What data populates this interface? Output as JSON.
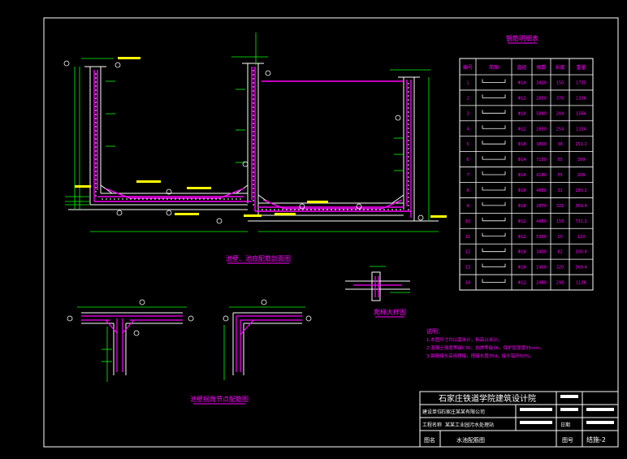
{
  "colors": {
    "background": "#000000",
    "frame": "#ffffff",
    "rebar": "#ff00ff",
    "concrete": "#ffffff",
    "dimension": "#00ff00",
    "dash": "#ffff00",
    "table_title": "#ff00ff"
  },
  "drawing_titles": {
    "main_section": "池壁、池底配筋剖面图",
    "joint_detail": "池壁拐角节点配筋图",
    "stair_detail": "爬梯大样图",
    "rebar_table": "钢筋明细表"
  },
  "rebar_table": {
    "headers": [
      "编号",
      "简图",
      "直径",
      "根数",
      "长度",
      "重量"
    ],
    "rows": [
      {
        "no": "1",
        "dia": "Φ14",
        "count": "3420",
        "len": "150",
        "weight": "1735"
      },
      {
        "no": "2",
        "dia": "Φ12",
        "count": "2850",
        "len": "376",
        "weight": "1306"
      },
      {
        "no": "3",
        "dia": "Φ14",
        "count": "5840",
        "len": "284",
        "weight": "1564"
      },
      {
        "no": "4",
        "dia": "Φ12",
        "count": "2850",
        "len": "254",
        "weight": "1324"
      },
      {
        "no": "5",
        "dia": "Φ16",
        "count": "3800",
        "len": "38",
        "weight": "151.2"
      },
      {
        "no": "6",
        "dia": "Φ14",
        "count": "7150",
        "len": "55",
        "weight": "399"
      },
      {
        "no": "7",
        "dia": "Φ14",
        "count": "4180",
        "len": "55",
        "weight": "209"
      },
      {
        "no": "8",
        "dia": "Φ16",
        "count": "4850",
        "len": "32",
        "weight": "180.2"
      },
      {
        "no": "9",
        "dia": "Φ16",
        "count": "2870",
        "len": "321",
        "weight": "369.4"
      },
      {
        "no": "10",
        "dia": "Φ12",
        "count": "4950",
        "len": "155",
        "weight": "731.2"
      },
      {
        "no": "11",
        "dia": "Φ12",
        "count": "5300",
        "len": "10",
        "weight": "120"
      },
      {
        "no": "12",
        "dia": "Φ16",
        "count": "3400",
        "len": "82",
        "weight": "300.4"
      },
      {
        "no": "13",
        "dia": "Φ16",
        "count": "1400",
        "len": "320",
        "weight": "369.4"
      },
      {
        "no": "14",
        "dia": "Φ12",
        "count": "2480",
        "len": "298",
        "weight": "1136"
      }
    ]
  },
  "notes": {
    "heading": "说明：",
    "lines": [
      "1.本图尺寸均以毫米计，标高以米计。",
      "2.混凝土强度等级C30，抗渗等级S6，保护层厚度35mm。",
      "3.钢筋接头采用搭接，搭接长度35d，接头错开50%。"
    ]
  },
  "title_block": {
    "institute": "石家庄铁道学院建筑设计院",
    "client_label": "建设单位",
    "client_value": "石家庄某某有限公司",
    "project_label": "工程名称",
    "project_value": "某某工业园污水处理站",
    "drawing_name_label": "图名",
    "drawing_name_value": "水池配筋图",
    "sheet_no_label": "图号",
    "sheet_no_value": "结施-2",
    "date_label": "日期"
  }
}
